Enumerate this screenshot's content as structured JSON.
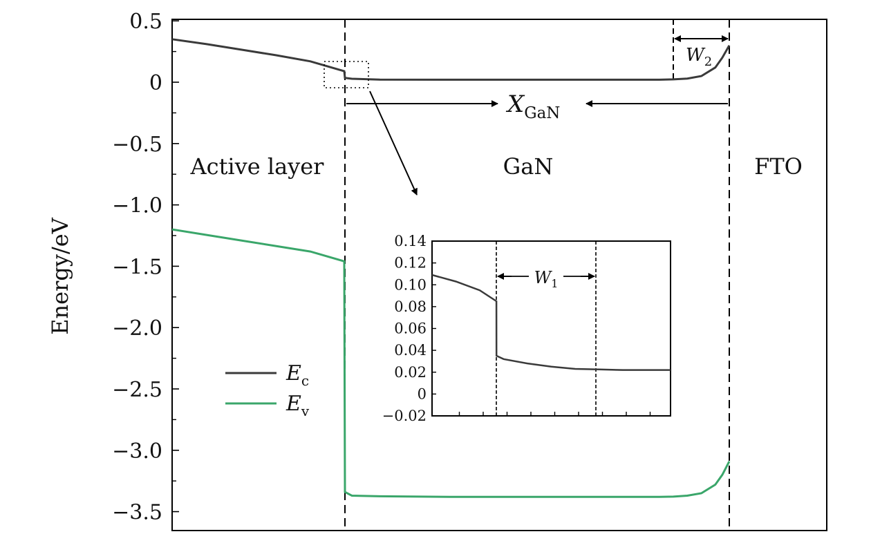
{
  "chart_data": [
    {
      "type": "line",
      "ylabel": "Energy/eV",
      "ylim": [
        -3.6,
        0.5
      ],
      "yticks": [
        "0.5",
        "0",
        "−0.5",
        "−1.0",
        "−1.5",
        "−2.0",
        "−2.5",
        "−3.0",
        "−3.5"
      ],
      "ytick_values": [
        0.5,
        0,
        -0.5,
        -1.0,
        -1.5,
        -2.0,
        -2.5,
        -3.0,
        -3.5
      ],
      "regions": [
        "Active layer",
        "GaN",
        "FTO"
      ],
      "annotations": {
        "x_gan": "X",
        "x_gan_sub": "GaN",
        "w2": "W",
        "w2_sub": "2"
      },
      "legend": {
        "placement": "lower-left",
        "entries": [
          {
            "main": "E",
            "sub": "c"
          },
          {
            "main": "E",
            "sub": "v"
          }
        ]
      },
      "series": [
        {
          "name": "Ec",
          "color": "#3a3a3a",
          "x": [
            0,
            0.05,
            0.1,
            0.15,
            0.2,
            0.249,
            0.25,
            0.26,
            0.3,
            0.4,
            0.5,
            0.6,
            0.7,
            0.72,
            0.74,
            0.76,
            0.78,
            0.79,
            0.8
          ],
          "y": [
            0.35,
            0.31,
            0.265,
            0.22,
            0.17,
            0.09,
            0.035,
            0.028,
            0.021,
            0.02,
            0.02,
            0.02,
            0.02,
            0.023,
            0.03,
            0.05,
            0.12,
            0.2,
            0.3
          ]
        },
        {
          "name": "Ev",
          "color": "#3aa66a",
          "x": [
            0,
            0.05,
            0.1,
            0.15,
            0.2,
            0.249,
            0.25,
            0.26,
            0.3,
            0.4,
            0.5,
            0.6,
            0.7,
            0.72,
            0.74,
            0.76,
            0.78,
            0.79,
            0.8
          ],
          "y": [
            -1.2,
            -1.245,
            -1.29,
            -1.335,
            -1.38,
            -1.46,
            -3.34,
            -3.37,
            -3.375,
            -3.38,
            -3.38,
            -3.38,
            -3.38,
            -3.378,
            -3.37,
            -3.35,
            -3.28,
            -3.2,
            -3.09
          ]
        }
      ]
    },
    {
      "type": "line",
      "title": "",
      "ylim": [
        -0.02,
        0.14
      ],
      "yticks": [
        "0.14",
        "0.12",
        "0.10",
        "0.08",
        "0.06",
        "0.04",
        "0.02",
        "0",
        "−0.02"
      ],
      "ytick_values": [
        0.14,
        0.12,
        0.1,
        0.08,
        0.06,
        0.04,
        0.02,
        0,
        -0.02
      ],
      "annotations": {
        "w1": "W",
        "w1_sub": "1"
      },
      "series": [
        {
          "name": "Ec",
          "color": "#3a3a3a",
          "x": [
            0,
            0.1,
            0.2,
            0.27,
            0.2701,
            0.3,
            0.4,
            0.5,
            0.6,
            0.7,
            0.8,
            0.9,
            1.0
          ],
          "y": [
            0.109,
            0.103,
            0.095,
            0.085,
            0.035,
            0.032,
            0.028,
            0.025,
            0.023,
            0.0225,
            0.022,
            0.022,
            0.022
          ]
        }
      ]
    }
  ]
}
